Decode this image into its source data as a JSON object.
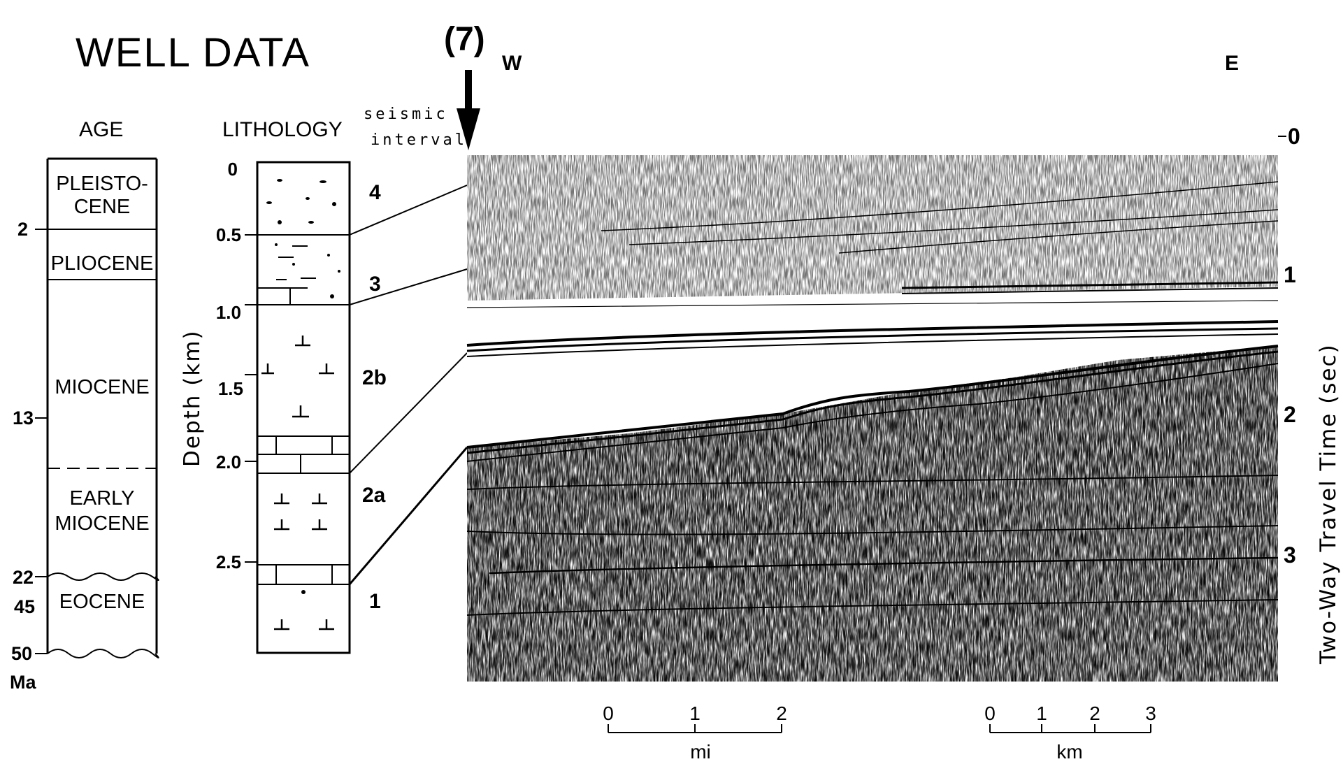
{
  "header": {
    "title": "WELL DATA",
    "well_id": "(7)",
    "west": "W",
    "east": "E"
  },
  "age_column": {
    "label": "AGE",
    "units": [
      "PLEISTO-",
      "CENE",
      "PLIOCENE",
      "MIOCENE",
      "EARLY",
      "MIOCENE",
      "EOCENE"
    ],
    "ticks": [
      "2",
      "13",
      "22",
      "45",
      "50",
      "Ma"
    ]
  },
  "lithology_column": {
    "label": "LITHOLOGY",
    "axis_label": "Depth (km)",
    "ticks": [
      "0",
      "0.5",
      "1.0",
      "1.5",
      "2.0",
      "2.5"
    ]
  },
  "seismic_interval": {
    "label_line1": "seismic",
    "label_line2": "interval",
    "intervals": [
      "4",
      "3",
      "2b",
      "2a",
      "1"
    ]
  },
  "seismic_section": {
    "time_axis_label": "Two-Way Travel Time (sec)",
    "time_ticks": [
      "0",
      "1",
      "2",
      "3"
    ]
  },
  "scale_bars": {
    "miles": {
      "ticks": [
        "0",
        "1",
        "2"
      ],
      "unit": "mi"
    },
    "kilometers": {
      "ticks": [
        "0",
        "1",
        "2",
        "3"
      ],
      "unit": "km"
    }
  },
  "colors": {
    "ink": "#000000",
    "paper": "#ffffff"
  }
}
